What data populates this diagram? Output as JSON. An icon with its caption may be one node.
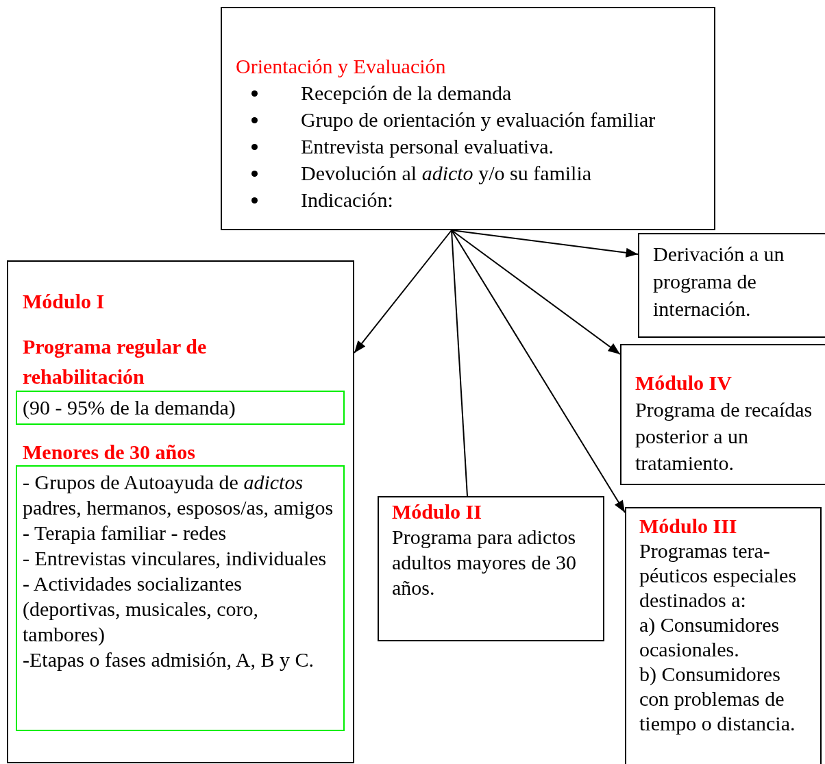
{
  "diagram": {
    "nodes": [
      {
        "text": [
          "Orientación y Evaluación",
          "Recepción de la demanda",
          "Grupo de orientación y evaluación familiar",
          "Entrevista personal evaluativa.",
          "Devolución al *adicto* y/o su familia",
          "Indicación:"
        ]
      },
      {
        "text": [
          "Derivación a un programa de internación."
        ]
      },
      {
        "text": [
          "Módulo I",
          "Programa regular de rehabilitación",
          "Menores de 30 años"
        ]
      },
      {
        "text": [
          "(90 - 95% de la demanda)"
        ],
        "in": 2
      },
      {
        "text": [
          "- Grupos de Autoayuda de *adictos* padres, hermanos, esposos/as, amigos",
          "- Terapia familiar - redes",
          "- Entrevistas vinculares, individuales",
          "- Actividades socializantes (deportivas, musicales, coro, tambores)",
          "-Etapas o fases admisión, A, B y C."
        ],
        "in": 2
      },
      {
        "text": [
          "Módulo IV",
          "Programa de recaídas posterior a un tratamiento."
        ]
      },
      {
        "text": [
          "Módulo II",
          "Programa para adictos adultos mayores de 30 años."
        ]
      },
      {
        "text": [
          "Módulo III",
          "Programas tera-péuticos especiales destinados a:",
          "a) Consumidores ocasionales.",
          "b) Consumidores con problemas de tiempo o distancia."
        ]
      }
    ],
    "edges": [
      {
        "from": 0,
        "to": 2,
        "arrow": "to"
      },
      {
        "from": 0,
        "to": 1,
        "arrow": "to"
      },
      {
        "from": 0,
        "to": 5,
        "arrow": "to"
      },
      {
        "from": 0,
        "to": 6,
        "arrow": "none"
      },
      {
        "from": 0,
        "to": 7,
        "arrow": "to"
      }
    ]
  }
}
